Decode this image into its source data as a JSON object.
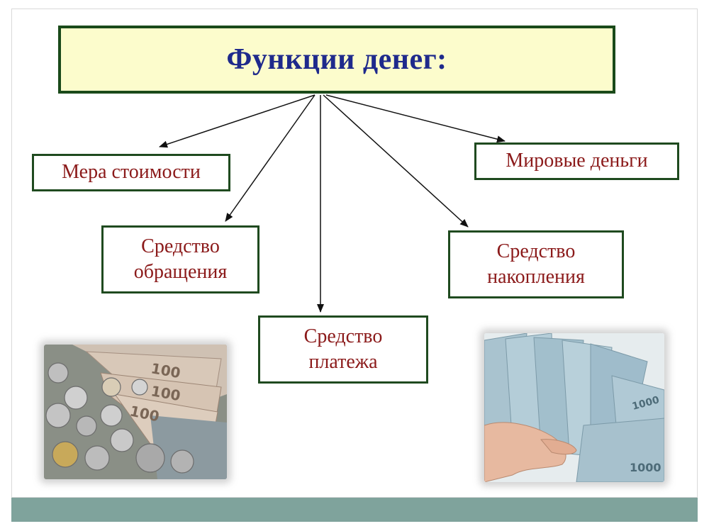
{
  "title": "Функции денег:",
  "nodes": {
    "measure": "Мера стоимости",
    "world": "Мировые деньги",
    "circulation_line1": "Средство",
    "circulation_line2": "обращения",
    "accumulation_line1": "Средство",
    "accumulation_line2": "накопления",
    "payment_line1": "Средство",
    "payment_line2": "платежа"
  },
  "images": {
    "left": {
      "icon": "banknotes-and-coins-photo",
      "note_label": "100"
    },
    "right": {
      "icon": "hand-holding-banknotes-photo",
      "note_label": "1000"
    }
  },
  "colors": {
    "title_bg": "#fcfccc",
    "title_text": "#1f2a8c",
    "node_text": "#8b1a1a",
    "node_border": "#1f4a1f",
    "footer": "#7fa39c"
  }
}
